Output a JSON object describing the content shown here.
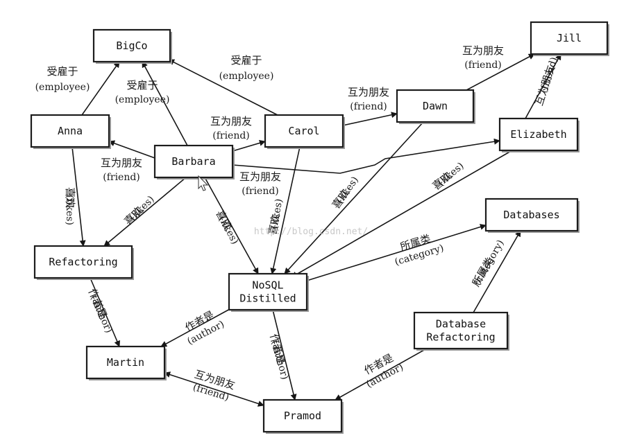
{
  "nodes": [
    {
      "id": "bigco",
      "label": [
        "BigCo"
      ]
    },
    {
      "id": "jill",
      "label": [
        "Jill"
      ]
    },
    {
      "id": "anna",
      "label": [
        "Anna"
      ]
    },
    {
      "id": "barbara",
      "label": [
        "Barbara"
      ]
    },
    {
      "id": "carol",
      "label": [
        "Carol"
      ]
    },
    {
      "id": "dawn",
      "label": [
        "Dawn"
      ]
    },
    {
      "id": "elizabeth",
      "label": [
        "Elizabeth"
      ]
    },
    {
      "id": "databases",
      "label": [
        "Databases"
      ]
    },
    {
      "id": "refactoring",
      "label": [
        "Refactoring"
      ]
    },
    {
      "id": "nosql",
      "label": [
        "NoSQL",
        "Distilled"
      ]
    },
    {
      "id": "dbrefactoring",
      "label": [
        "Database",
        "Refactoring"
      ]
    },
    {
      "id": "martin",
      "label": [
        "Martin"
      ]
    },
    {
      "id": "pramod",
      "label": [
        "Pramod"
      ]
    }
  ],
  "edges": [
    {
      "from": "anna",
      "to": "bigco",
      "zh": "受雇于",
      "en": "(employee)"
    },
    {
      "from": "barbara",
      "to": "bigco",
      "zh": "受雇于",
      "en": "(employee)"
    },
    {
      "from": "carol",
      "to": "bigco",
      "zh": "受雇于",
      "en": "(employee)"
    },
    {
      "from": "barbara",
      "to": "anna",
      "zh": "互为朋友",
      "en": "(friend)"
    },
    {
      "from": "barbara",
      "to": "carol",
      "zh": "互为朋友",
      "en": "(friend)"
    },
    {
      "from": "barbara",
      "to": "elizabeth",
      "zh": "互为朋友",
      "en": "(friend)"
    },
    {
      "from": "carol",
      "to": "dawn",
      "zh": "互为朋友",
      "en": "(friend)"
    },
    {
      "from": "dawn",
      "to": "jill",
      "zh": "互为朋友",
      "en": "(friend)"
    },
    {
      "from": "elizabeth",
      "to": "jill",
      "zh": "互为朋友",
      "en": "(friend)"
    },
    {
      "from": "anna",
      "to": "refactoring",
      "zh": "喜欢",
      "en": "(likes)"
    },
    {
      "from": "barbara",
      "to": "refactoring",
      "zh": "喜欢",
      "en": "(likes)"
    },
    {
      "from": "barbara",
      "to": "nosql",
      "zh": "喜欢",
      "en": "(likes)"
    },
    {
      "from": "carol",
      "to": "nosql",
      "zh": "喜欢",
      "en": "(likes)"
    },
    {
      "from": "dawn",
      "to": "nosql",
      "zh": "喜欢",
      "en": "(likes)"
    },
    {
      "from": "elizabeth",
      "to": "nosql",
      "zh": "喜欢",
      "en": "(likes)"
    },
    {
      "from": "nosql",
      "to": "databases",
      "zh": "所属类",
      "en": "(category)"
    },
    {
      "from": "dbrefactoring",
      "to": "databases",
      "zh": "所属类",
      "en": "(category)"
    },
    {
      "from": "refactoring",
      "to": "martin",
      "zh": "作者是",
      "en": "(author)"
    },
    {
      "from": "nosql",
      "to": "martin",
      "zh": "作者是",
      "en": "(author)"
    },
    {
      "from": "nosql",
      "to": "pramod",
      "zh": "作者是",
      "en": "(author)"
    },
    {
      "from": "dbrefactoring",
      "to": "pramod",
      "zh": "作者是",
      "en": "(author)"
    },
    {
      "from": "martin",
      "to": "pramod",
      "zh": "互为朋友",
      "en": "(friend)"
    }
  ],
  "watermark": "http://blog.csdn.net/"
}
